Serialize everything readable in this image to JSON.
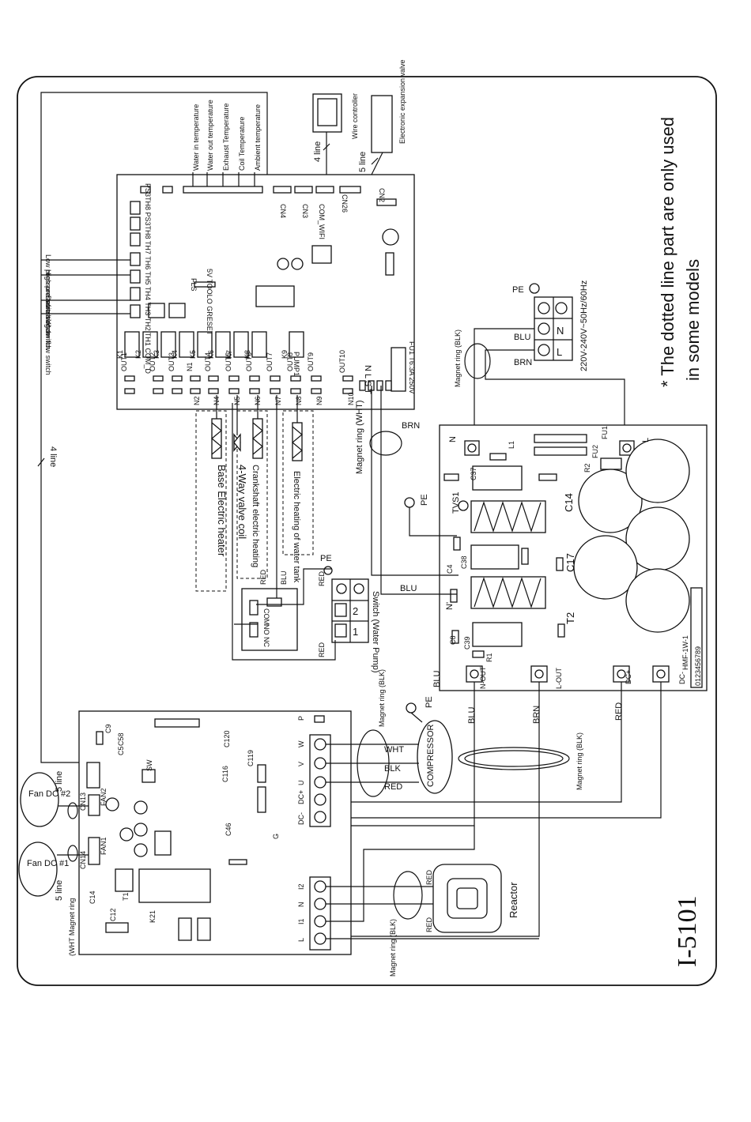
{
  "drawing": {
    "code": "I-5101",
    "note_line1": "* The dotted line part are only used",
    "note_line2": "in some models",
    "power_spec": "220V-240V~50Hz/60Hz"
  },
  "main_board": {
    "sensors": [
      "Water in temperature",
      "Water out temperature",
      "Exhaust Temperature",
      "Coil Temperature",
      "Ambient temperature"
    ],
    "sensor_header": "PS3TH8 PS3TH8 TH7 TH6 TH5 TH4 TH3 TH2 TH1 COM_D",
    "switches": [
      "Water flow switch",
      "Defrosting switch",
      "High pressure switch",
      "Low pressure switch"
    ],
    "connectors": [
      "CN4",
      "CN3",
      "CN26",
      "CN2",
      "COM_WIFI",
      "COM_L",
      "COM_D"
    ],
    "relays": [
      "K1",
      "K2",
      "K3",
      "K4",
      "K5",
      "K6",
      "K7",
      "K8",
      "K9"
    ],
    "flash": "FLS",
    "program_label": "5V TOOLO GRESET",
    "outputs": [
      "OUT1",
      "OUT2",
      "OUT3",
      "N1",
      "OUT4",
      "OUT5",
      "OUT6",
      "OUT7",
      "OUT8",
      "OUT9",
      "OUT10"
    ],
    "neutrals": [
      "N2",
      "N4",
      "N5",
      "N6",
      "N7",
      "N8",
      "N9",
      "N10"
    ],
    "fuse": "FU1 T6.3A 250V",
    "pump_relay": "PUMP1",
    "nlst": "N L S T",
    "four_line": "4 line"
  },
  "loads": [
    "Base Electric heater",
    "4-Way valve coil",
    "Crankshaft electric heating",
    "Electric heating of water tank"
  ],
  "controller": {
    "wire_controller": "Wire controller",
    "expansion_valve": "Electronic expansion valve",
    "line4": "4 line",
    "line5": "5 line"
  },
  "power_terminal": {
    "pe": "PE",
    "labels": [
      "L",
      "N"
    ],
    "wires": [
      "BLU",
      "BRN"
    ],
    "ring": "Magnet ring (BLK)"
  },
  "switch_block": {
    "title": "Switch (Water Pump)",
    "terms": [
      "1",
      "2"
    ],
    "wires": [
      "RED",
      "RED",
      "BLU",
      "RED"
    ],
    "pe": "PE",
    "relay": [
      "NC",
      "NO",
      "COM"
    ]
  },
  "filter_board": {
    "components": [
      "N",
      "L",
      "L1",
      "C37",
      "FU2",
      "FU1",
      "R2",
      "TVS1",
      "C14",
      "C4",
      "C38",
      "C17",
      "N'",
      "T2",
      "C8",
      "C39",
      "R1",
      "PE"
    ],
    "outputs": [
      "N-OUT",
      "L-OUT",
      "DC+",
      "DC-"
    ],
    "code": "HMF-1W-1",
    "digits": "0123456789",
    "wires": [
      "BLU",
      "BRN",
      "RED",
      "BLU",
      "BLU"
    ],
    "ring_wht": "Magnet ring (WHT)",
    "brn": "BRN"
  },
  "driver_board": {
    "components": [
      "C14",
      "C12",
      "T1",
      "K21",
      "C46",
      "C116",
      "C119",
      "C120",
      "C5",
      "C58",
      "SW",
      "G",
      "P",
      "C9"
    ],
    "compressor_terms": [
      "W",
      "V",
      "U",
      "DC+",
      "DC-"
    ],
    "power_terms": [
      "I2",
      "N",
      "I1",
      "L"
    ],
    "fans": [
      "FAN1",
      "FAN2",
      "CN14",
      "CN13"
    ]
  },
  "compressor": {
    "label": "COMPRESSOR",
    "wires": [
      "WHT",
      "BLK",
      "RED"
    ],
    "pe": "PE",
    "ring": "Magnet ring (BLK)",
    "dc_ring": "Magnet ring (BLK)"
  },
  "reactor": {
    "label": "Reactor",
    "wires": [
      "RED",
      "RED"
    ],
    "ring": "Magnet ring (BLK)"
  },
  "fans": {
    "fan2": "Fan DC #2",
    "fan1": "Fan DC #1",
    "line2": "5 line",
    "line1": "5 line",
    "ring": "(WHT Magnet ring"
  }
}
